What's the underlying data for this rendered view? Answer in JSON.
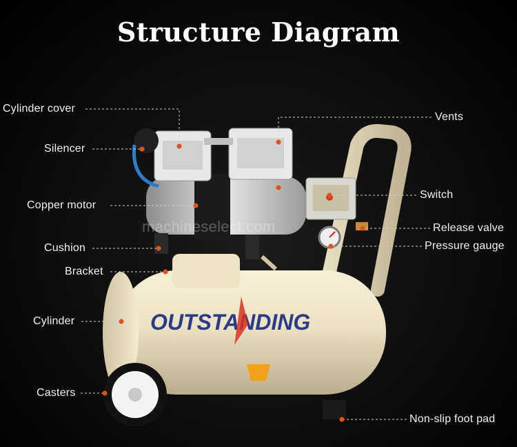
{
  "title": "Structure Diagram",
  "watermark": "machineselect.com",
  "brand_logo_text": "OUTSTANDING",
  "accent_color": "#e0521b",
  "labels_left": [
    {
      "key": "cylinder_cover",
      "text": "Cylinder cover"
    },
    {
      "key": "silencer",
      "text": "Silencer"
    },
    {
      "key": "copper_motor",
      "text": "Copper motor"
    },
    {
      "key": "cushion",
      "text": "Cushion"
    },
    {
      "key": "bracket",
      "text": "Bracket"
    },
    {
      "key": "cylinder",
      "text": "Cylinder"
    },
    {
      "key": "casters",
      "text": "Casters"
    }
  ],
  "labels_right": [
    {
      "key": "vents",
      "text": "Vents"
    },
    {
      "key": "switch",
      "text": "Switch"
    },
    {
      "key": "release_valve",
      "text": "Release valve"
    },
    {
      "key": "pressure_gauge",
      "text": "Pressure gauge"
    },
    {
      "key": "non_slip_foot_pad",
      "text": "Non-slip foot pad"
    }
  ]
}
